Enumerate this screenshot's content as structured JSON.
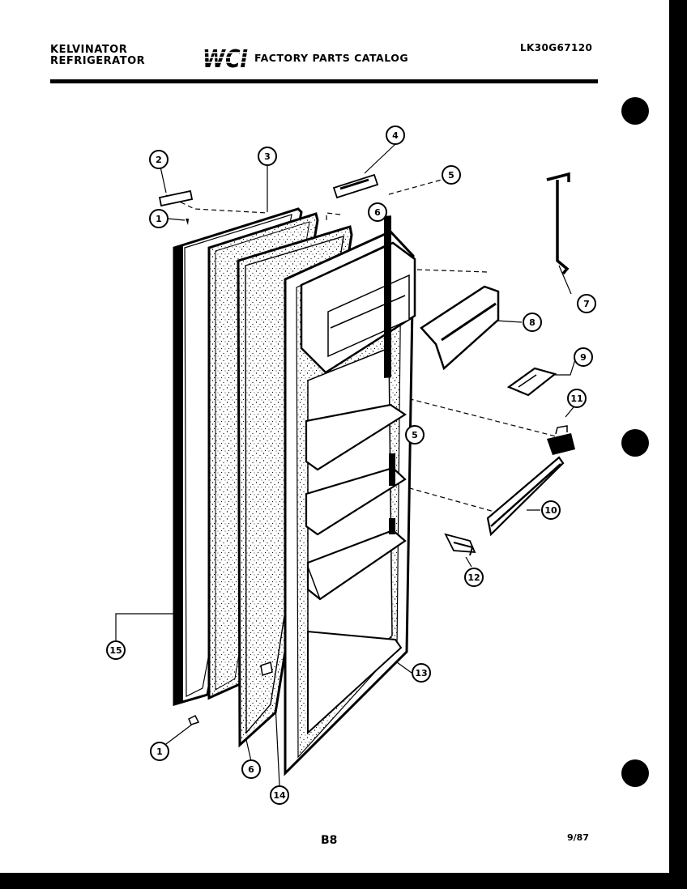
{
  "header": {
    "brand_line1": "KELVINATOR",
    "brand_line2": "REFRIGERATOR",
    "logo_text": "WCI",
    "title": "FACTORY PARTS CATALOG",
    "catalog_code": "LK30G67120"
  },
  "callouts": [
    "1",
    "2",
    "3",
    "4",
    "5",
    "6",
    "7",
    "8",
    "9",
    "10",
    "11",
    "12",
    "13",
    "14",
    "15"
  ],
  "callout_instances": [
    {
      "label": "1"
    },
    {
      "label": "2"
    },
    {
      "label": "3"
    },
    {
      "label": "4"
    },
    {
      "label": "5"
    },
    {
      "label": "6"
    },
    {
      "label": "7"
    },
    {
      "label": "8"
    },
    {
      "label": "9"
    },
    {
      "label": "11"
    },
    {
      "label": "5"
    },
    {
      "label": "10"
    },
    {
      "label": "12"
    },
    {
      "label": "15"
    },
    {
      "label": "13"
    },
    {
      "label": "1"
    },
    {
      "label": "6"
    },
    {
      "label": "14"
    }
  ],
  "footer": {
    "page_number": "B8",
    "date": "9/87"
  }
}
